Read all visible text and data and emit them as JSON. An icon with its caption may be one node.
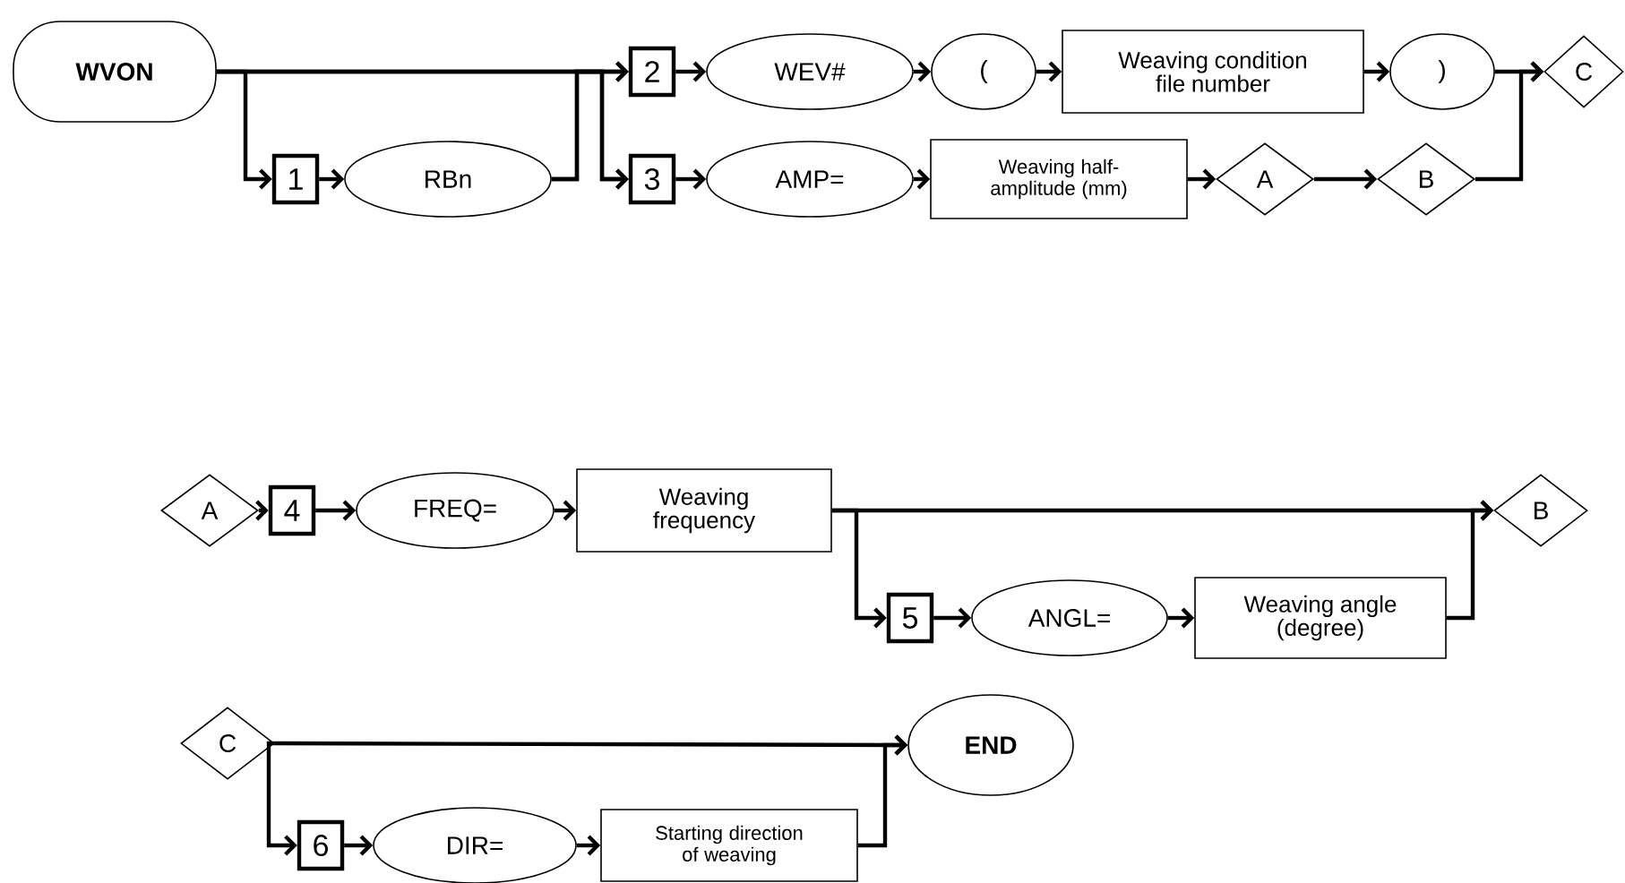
{
  "diagram": {
    "nodes": [
      {
        "text": [
          "WVON"
        ]
      },
      {
        "text": [
          "1"
        ]
      },
      {
        "text": [
          "RBn"
        ]
      },
      {
        "text": [
          "2"
        ]
      },
      {
        "text": [
          "WEV#"
        ]
      },
      {
        "text": [
          "("
        ]
      },
      {
        "text": [
          "Weaving condition file number"
        ]
      },
      {
        "text": [
          ")"
        ]
      },
      {
        "text": [
          "C"
        ]
      },
      {
        "text": [
          "3"
        ]
      },
      {
        "text": [
          "AMP="
        ]
      },
      {
        "text": [
          "Weaving half-amplitude (mm)"
        ]
      },
      {
        "text": [
          "A"
        ]
      },
      {
        "text": [
          "B"
        ]
      },
      {
        "text": [
          "A"
        ]
      },
      {
        "text": [
          "4"
        ]
      },
      {
        "text": [
          "FREQ="
        ]
      },
      {
        "text": [
          "Weaving frequency"
        ]
      },
      {
        "text": [
          "B"
        ]
      },
      {
        "text": [
          "5"
        ]
      },
      {
        "text": [
          "ANGL="
        ]
      },
      {
        "text": [
          "Weaving angle (degree)"
        ]
      },
      {
        "text": [
          "C"
        ]
      },
      {
        "text": [
          "END"
        ]
      },
      {
        "text": [
          "6"
        ]
      },
      {
        "text": [
          "DIR="
        ]
      },
      {
        "text": [
          "Starting direction of weaving"
        ]
      }
    ],
    "edges": [
      {
        "from": 0,
        "to": 1,
        "arrow": "to"
      },
      {
        "from": 0,
        "to": 3,
        "arrow": "to"
      },
      {
        "from": 0,
        "to": 9,
        "arrow": "to"
      },
      {
        "from": 1,
        "to": 2,
        "arrow": "to"
      },
      {
        "from": 2,
        "to": 3,
        "arrow": "to"
      },
      {
        "from": 2,
        "to": 9,
        "arrow": "to"
      },
      {
        "from": 3,
        "to": 4,
        "arrow": "to"
      },
      {
        "from": 4,
        "to": 5,
        "arrow": "to"
      },
      {
        "from": 5,
        "to": 6,
        "arrow": "to"
      },
      {
        "from": 6,
        "to": 7,
        "arrow": "to"
      },
      {
        "from": 7,
        "to": 8,
        "arrow": "to"
      },
      {
        "from": 9,
        "to": 10,
        "arrow": "to"
      },
      {
        "from": 10,
        "to": 11,
        "arrow": "to"
      },
      {
        "from": 11,
        "to": 12,
        "arrow": "to"
      },
      {
        "from": 12,
        "to": 13,
        "arrow": "to"
      },
      {
        "from": 13,
        "to": 8,
        "arrow": "to"
      },
      {
        "from": 14,
        "to": 15,
        "arrow": "to"
      },
      {
        "from": 15,
        "to": 16,
        "arrow": "to"
      },
      {
        "from": 16,
        "to": 17,
        "arrow": "to"
      },
      {
        "from": 17,
        "to": 18,
        "arrow": "to"
      },
      {
        "from": 17,
        "to": 19,
        "arrow": "to"
      },
      {
        "from": 19,
        "to": 20,
        "arrow": "to"
      },
      {
        "from": 20,
        "to": 21,
        "arrow": "to"
      },
      {
        "from": 21,
        "to": 18,
        "arrow": "to"
      },
      {
        "from": 22,
        "to": 23,
        "arrow": "to"
      },
      {
        "from": 22,
        "to": 24,
        "arrow": "to"
      },
      {
        "from": 24,
        "to": 25,
        "arrow": "to"
      },
      {
        "from": 25,
        "to": 26,
        "arrow": "to"
      },
      {
        "from": 26,
        "to": 23,
        "arrow": "to"
      }
    ]
  }
}
